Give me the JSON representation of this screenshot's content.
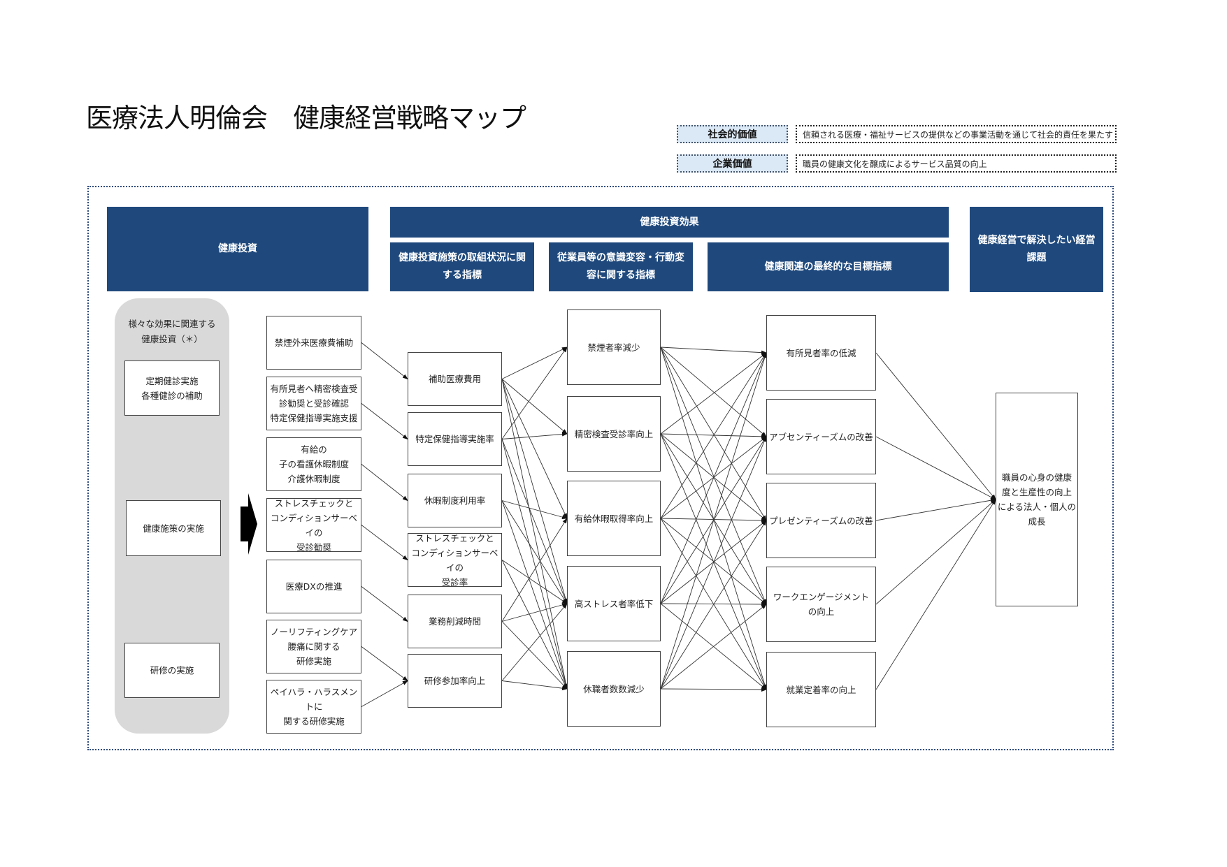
{
  "title": "医療法人明倫会　健康経営戦略マップ",
  "values": [
    {
      "label": "社会的価値",
      "text": "信頼される医療・福祉サービスの提供などの事業活動を通じて社会的責任を果たす"
    },
    {
      "label": "企業価値",
      "text": "職員の健康文化を醸成によるサービス品質の向上"
    }
  ],
  "headers": {
    "investment": "健康投資",
    "effect": "健康投資効果",
    "activity_indicators": "健康投資施策の取組状況に関する指標",
    "awareness_indicators": "従業員等の意識変容・行動変容に関する指標",
    "final_indicators": "健康関連の最終的な目標指標",
    "management_issue": "健康経営で解決したい経営課題"
  },
  "panel": {
    "caption": "様々な効果に関連する\n健康投資（＊）",
    "items": [
      "定期健診実施\n各種健診の補助",
      "健康施策の実施",
      "研修の実施"
    ]
  },
  "investments": [
    "禁煙外来医療費補助",
    "有所見者へ精密検査受\n診勧奨と受診確認\n特定保健指導実施支援",
    "有給の\n子の看護休暇制度\n介護休暇制度",
    "ストレスチェックと\nコンディションサーベイの\n受診勧奨",
    "医療DXの推進",
    "ノーリフティングケア\n腰痛に関する\n研修実施",
    "ペイハラ・ハラスメントに\n関する研修実施"
  ],
  "activity": [
    "補助医療費用",
    "特定保健指導実施率",
    "休暇制度利用率",
    "ストレスチェックと\nコンディションサーベイの\n受診率",
    "業務削減時間",
    "研修参加率向上"
  ],
  "awareness": [
    "禁煙者率減少",
    "精密検査受診率向上",
    "有給休暇取得率向上",
    "高ストレス者率低下",
    "休職者数数減少"
  ],
  "final": [
    "有所見者率の低減",
    "アブセンティーズムの改善",
    "プレゼンティーズムの改善",
    "ワークエンゲージメント\nの向上",
    "就業定着率の向上"
  ],
  "goal": "職員の心身の健康\n度と生産性の向上\nによる法人・個人の\n成長",
  "links": {
    "investment_to_activity": [
      [
        0,
        0
      ],
      [
        1,
        1
      ],
      [
        2,
        2
      ],
      [
        3,
        3
      ],
      [
        4,
        4
      ],
      [
        5,
        5
      ],
      [
        6,
        5
      ]
    ],
    "activity_to_awareness": [
      [
        0,
        0
      ],
      [
        0,
        1
      ],
      [
        0,
        2
      ],
      [
        0,
        3
      ],
      [
        0,
        4
      ],
      [
        1,
        0
      ],
      [
        1,
        1
      ],
      [
        1,
        3
      ],
      [
        1,
        4
      ],
      [
        2,
        2
      ],
      [
        2,
        3
      ],
      [
        2,
        4
      ],
      [
        3,
        3
      ],
      [
        3,
        4
      ],
      [
        4,
        2
      ],
      [
        4,
        3
      ],
      [
        4,
        4
      ],
      [
        5,
        3
      ],
      [
        5,
        4
      ]
    ],
    "awareness_to_final": "all",
    "final_to_goal": "all"
  }
}
